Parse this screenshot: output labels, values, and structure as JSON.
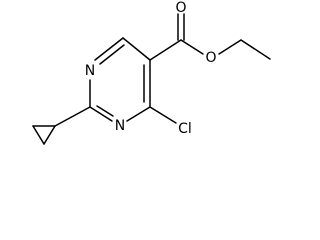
{
  "molecule": {
    "atoms": {
      "n_top": "N",
      "n_bottom": "N",
      "o_carbonyl": "O",
      "o_ester": "O",
      "cl": "Cl"
    },
    "colors": {
      "bond": "#000000",
      "label": "#000000",
      "background": "#ffffff"
    }
  }
}
